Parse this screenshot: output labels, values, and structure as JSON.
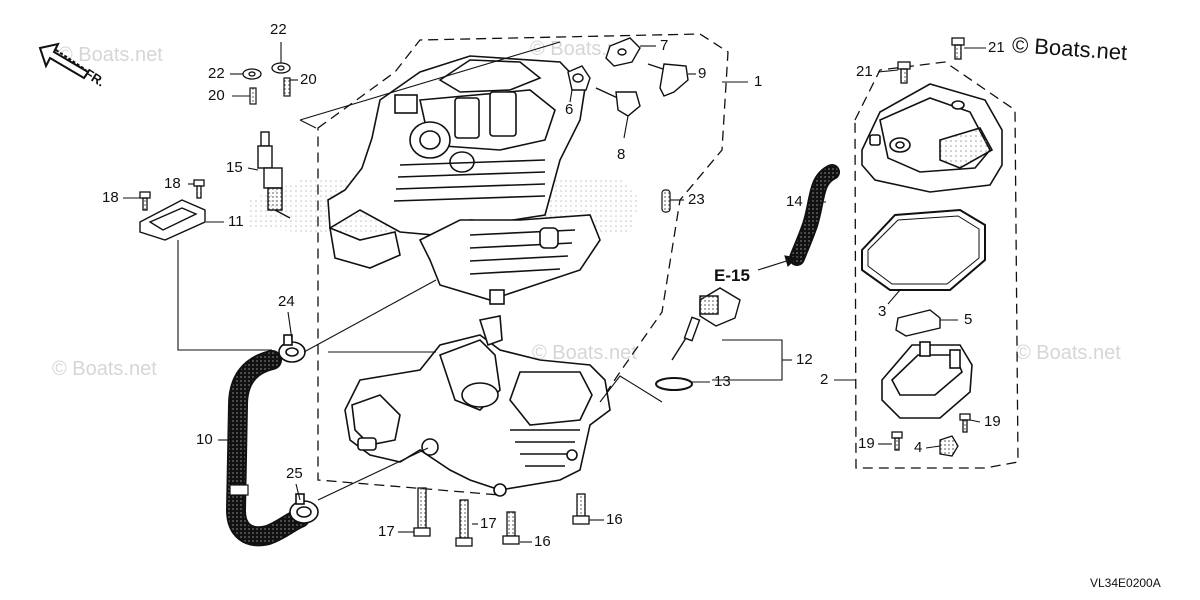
{
  "watermark_text": "© Boats.net",
  "brand_text": "© Boats.net",
  "direction_label": "FR.",
  "reference_label": "E-15",
  "diagram_code": "VL34E0200A",
  "callouts": {
    "c1": "1",
    "c2": "2",
    "c3": "3",
    "c4": "4",
    "c5": "5",
    "c6": "6",
    "c7": "7",
    "c8": "8",
    "c9": "9",
    "c10": "10",
    "c11": "11",
    "c12": "12",
    "c13": "13",
    "c14": "14",
    "c15": "15",
    "c16a": "16",
    "c16b": "16",
    "c17a": "17",
    "c17b": "17",
    "c18a": "18",
    "c18b": "18",
    "c19a": "19",
    "c19b": "19",
    "c20a": "20",
    "c20b": "20",
    "c21a": "21",
    "c21b": "21",
    "c22a": "22",
    "c22b": "22",
    "c23": "23",
    "c24": "24",
    "c25": "25"
  }
}
